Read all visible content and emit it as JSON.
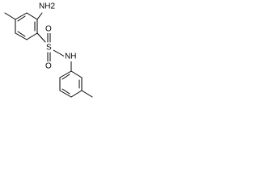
{
  "molecule": {
    "atoms": {
      "nh2": "NH2",
      "s": "S",
      "o_top": "O",
      "o_bottom": "O",
      "nh": "NH"
    }
  }
}
